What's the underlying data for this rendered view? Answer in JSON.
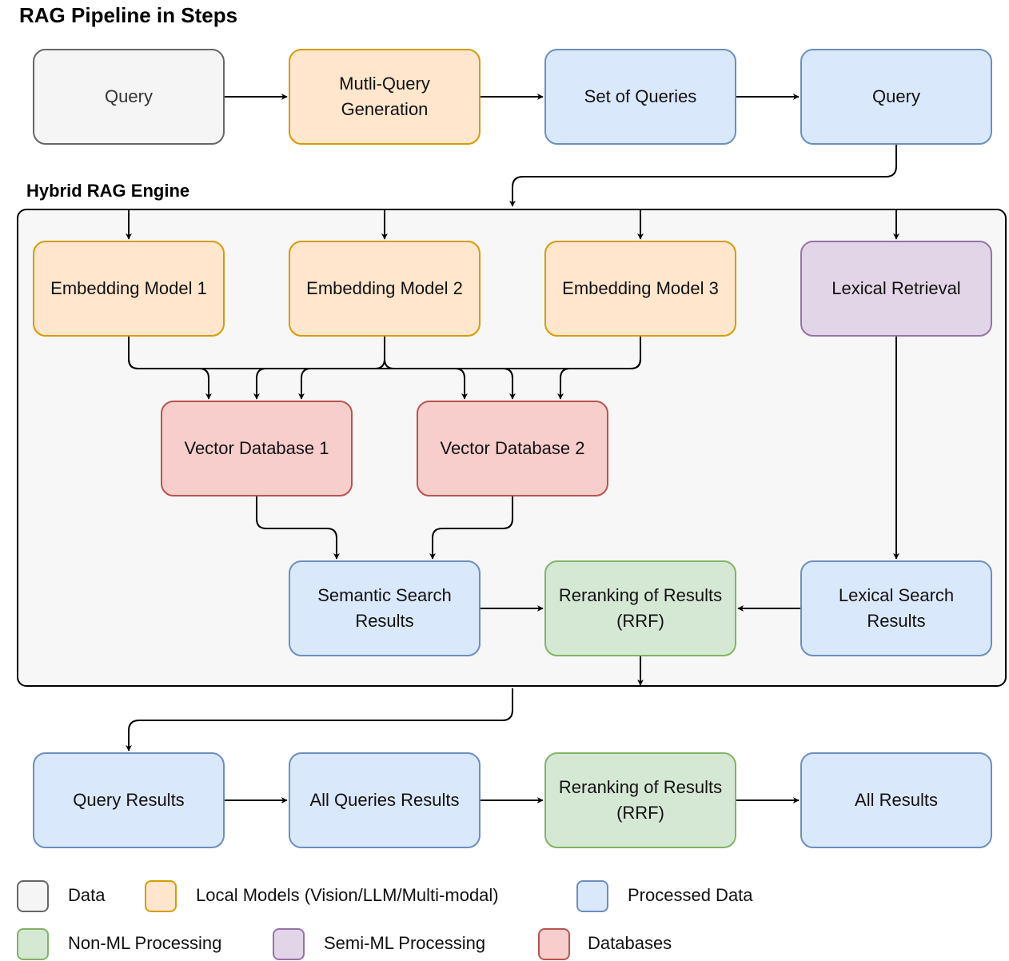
{
  "title": "RAG Pipeline in Steps",
  "engine_title": "Hybrid RAG Engine",
  "nodes": {
    "query_input": "Query",
    "multi_query": "Mutli-Query\nGeneration",
    "set_of_queries": "Set of Queries",
    "query_single": "Query",
    "emb1": "Embedding Model 1",
    "emb2": "Embedding Model 2",
    "emb3": "Embedding Model 3",
    "lexical_retrieval": "Lexical Retrieval",
    "vdb1": "Vector Database 1",
    "vdb2": "Vector Database 2",
    "semantic_results": "Semantic Search\nResults",
    "rerank_inner": "Reranking of Results\n(RRF)",
    "lexical_results": "Lexical Search\nResults",
    "query_results": "Query Results",
    "all_queries_results": "All Queries Results",
    "rerank_outer": "Reranking of Results\n(RRF)",
    "all_results": "All Results"
  },
  "legend": [
    {
      "label": "Data",
      "fill": "#f5f5f5",
      "stroke": "#666666"
    },
    {
      "label": "Local Models (Vision/LLM/Multi-modal)",
      "fill": "#ffe6cc",
      "stroke": "#d79b00"
    },
    {
      "label": "Processed Data",
      "fill": "#dae8fc",
      "stroke": "#6c8ebf"
    },
    {
      "label": "Non-ML Processing",
      "fill": "#d5e8d4",
      "stroke": "#82b366"
    },
    {
      "label": "Semi-ML Processing",
      "fill": "#e1d5e7",
      "stroke": "#9673a6"
    },
    {
      "label": "Databases",
      "fill": "#f8cecc",
      "stroke": "#b85450"
    }
  ]
}
